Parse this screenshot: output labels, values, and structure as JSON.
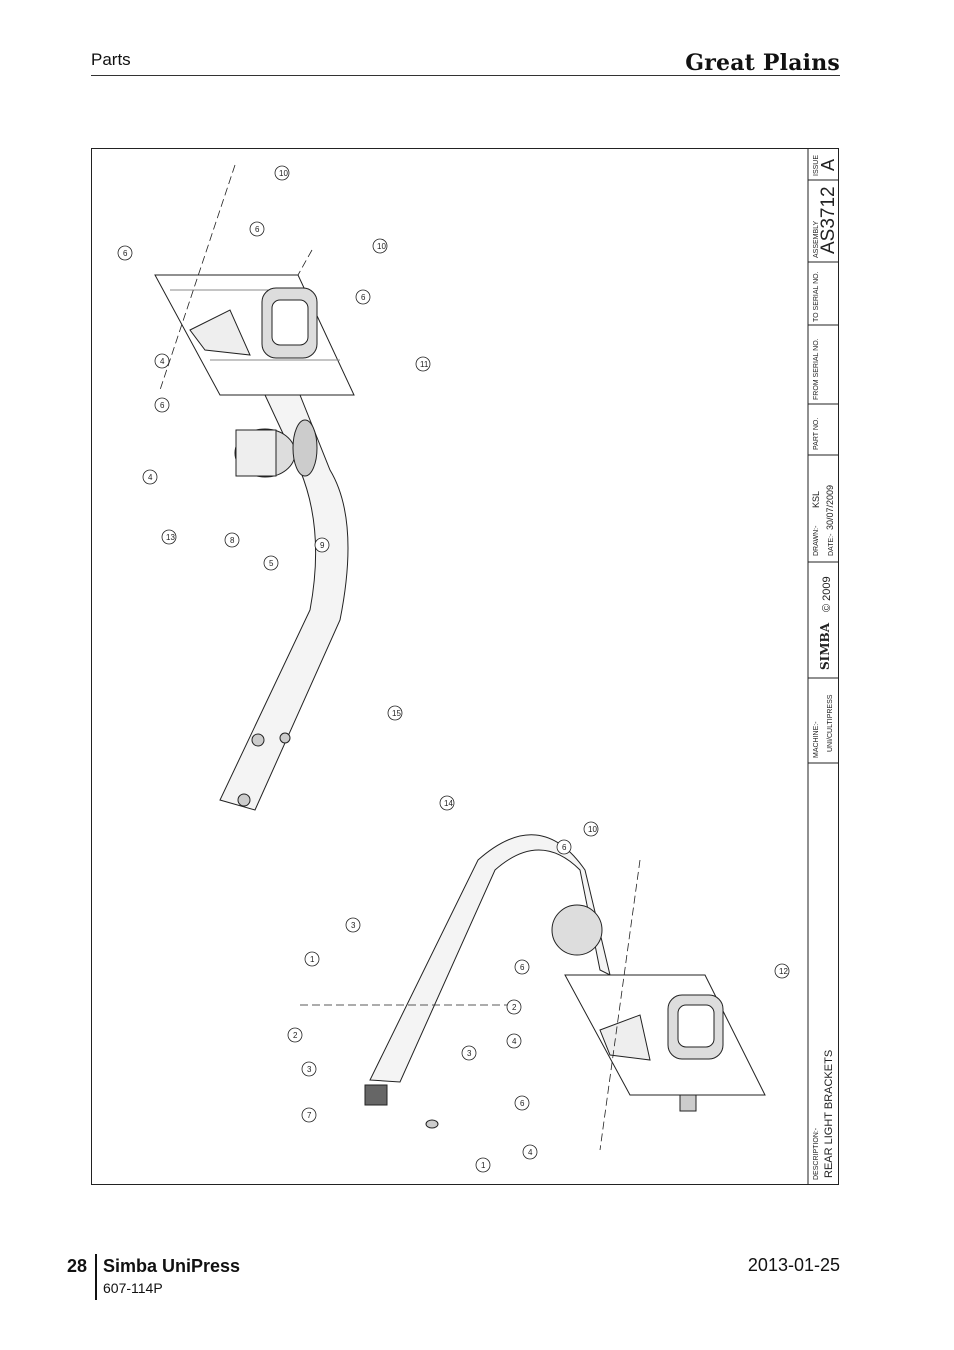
{
  "header": {
    "section": "Parts",
    "brand": "Great Plains"
  },
  "drawing": {
    "issue_label": "ISSUE",
    "issue": "A",
    "assembly_label": "ASSEMBLY",
    "assembly": "AS3712",
    "to_serial_label": "TO SERIAL NO.",
    "from_serial_label": "FROM SERIAL NO.",
    "part_no_label": "PART NO.",
    "drawn_label": "DRAWN:-",
    "drawn": "KSL",
    "date_label": "DATE:-",
    "date": "30/07/2009",
    "copyright": "© 2009",
    "logo": "SIMBA",
    "machine_label": "MACHINE:-",
    "machine": "UNI/CULTIPRESS",
    "description_label": "DESCRIPTION:-",
    "description": "REAR LIGHT BRACKETS",
    "callouts": [
      "10",
      "6",
      "10",
      "6",
      "6",
      "4",
      "11",
      "6",
      "4",
      "13",
      "8",
      "5",
      "9",
      "15",
      "14",
      "6",
      "10",
      "3",
      "1",
      "6",
      "2",
      "2",
      "3",
      "3",
      "4",
      "12",
      "7",
      "6",
      "1",
      "4"
    ]
  },
  "footer": {
    "page_number": "28",
    "title": "Simba UniPress",
    "doc_code": "607-114P",
    "date": "2013-01-25"
  }
}
